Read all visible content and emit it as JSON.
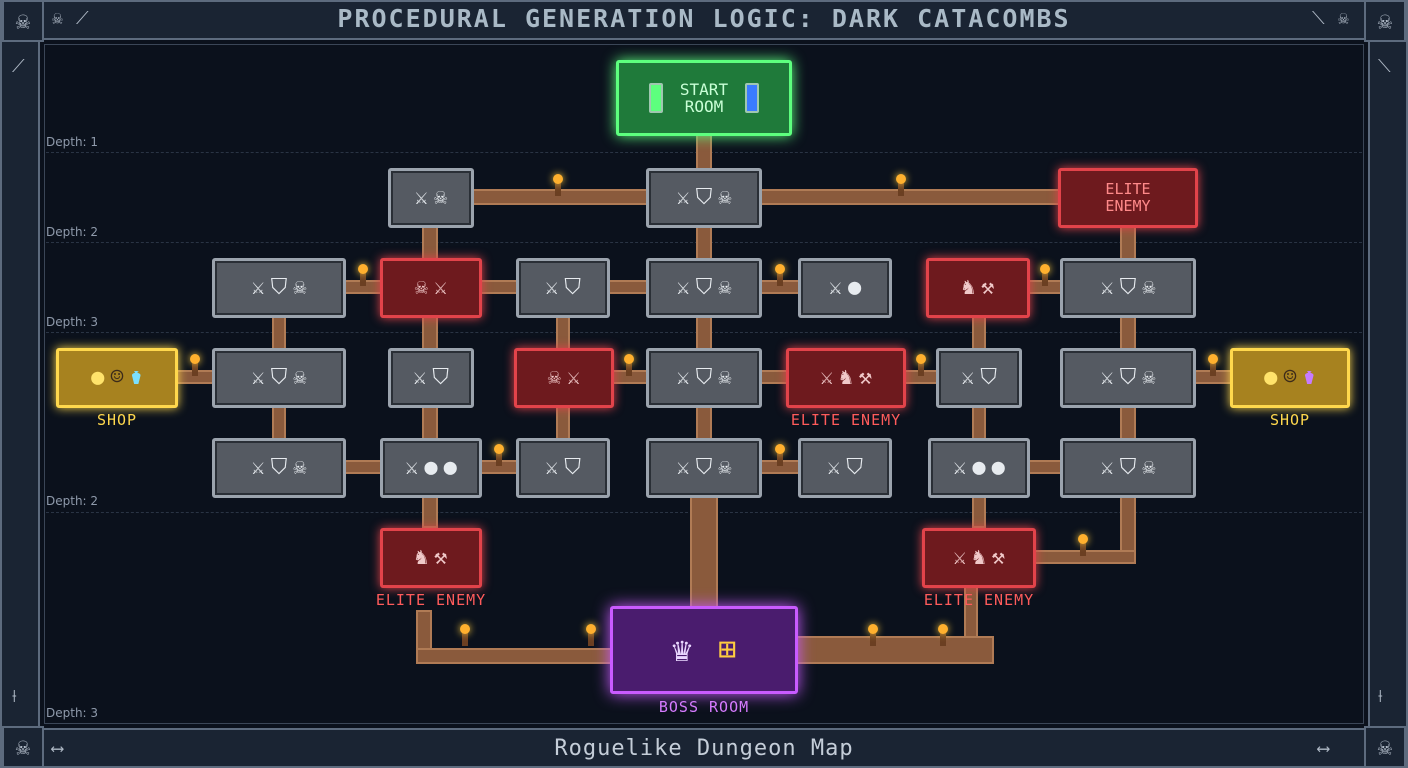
{
  "header": {
    "title": "PROCEDURAL GENERATION LOGIC: DARK CATACOMBS"
  },
  "footer": {
    "subtitle": "Roguelike Dungeon Map"
  },
  "depth_labels": [
    "Depth: 1",
    "Depth: 2",
    "Depth: 3",
    "Depth: 2",
    "Depth: 3"
  ],
  "rooms": {
    "start_label": "START ROOM",
    "boss_label": "BOSS ROOM",
    "elite_label": "ELITE ENEMY",
    "shop_label": "SHOP"
  },
  "icons": {
    "skull": "skull-icon",
    "bone": "bone-icon",
    "sword": "sword-icon",
    "shield": "shield-icon",
    "skeleton": "skeleton-icon",
    "slime": "slime-icon",
    "knight": "dark-knight-icon",
    "axe": "axe-icon",
    "torch": "torch-icon",
    "chest": "treasure-chest-icon",
    "king": "lich-king-icon",
    "merchant": "merchant-icon",
    "potion": "potion-icon",
    "coin": "coin-icon",
    "scroll": "scroll-icon",
    "portal_green": "green-portal-icon",
    "portal_blue": "blue-portal-icon"
  },
  "colors": {
    "start": "#5dff7e",
    "boss": "#c95bff",
    "elite": "#e2434a",
    "shop": "#ffd84d",
    "normal": "#9ba3ad",
    "path": "#8a5a3c"
  }
}
